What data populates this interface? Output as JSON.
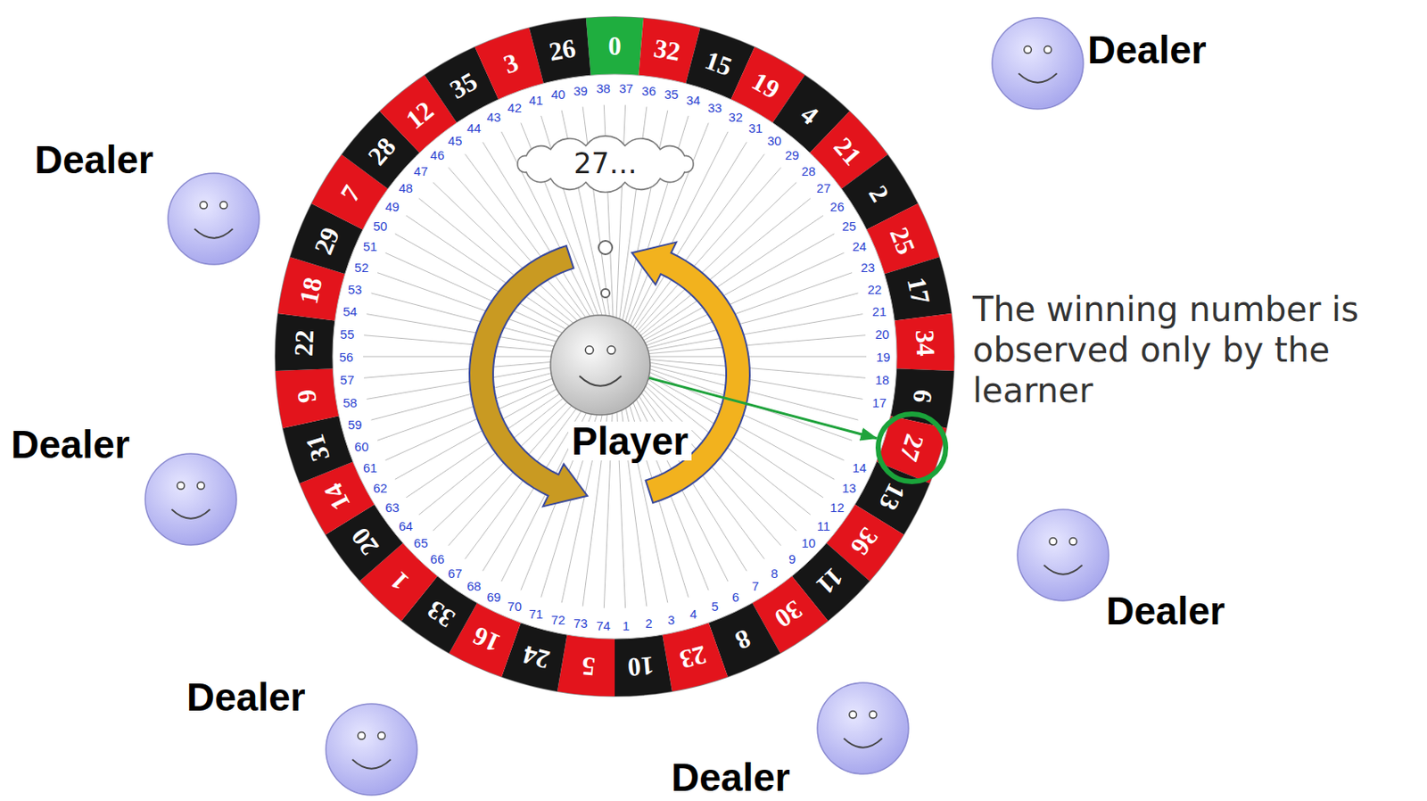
{
  "diagram": {
    "nodes": [
      {
        "text": [
          "Dealer"
        ]
      },
      {
        "text": [
          "Dealer"
        ]
      },
      {
        "text": [
          "27…"
        ]
      },
      {
        "text": [
          "Player"
        ]
      },
      {
        "text": [
          "Dealer"
        ]
      },
      {
        "text": [
          "27"
        ]
      },
      {
        "text": [
          "Dealer"
        ]
      },
      {
        "text": [
          "Dealer"
        ]
      },
      {
        "text": [
          "Dealer"
        ]
      }
    ],
    "edges": [
      {
        "from": 3,
        "to": 5,
        "arrow": "to"
      }
    ],
    "labels": [
      "The winning number is observed only by the learner",
      "0",
      "32",
      "15",
      "19",
      "4",
      "21",
      "2",
      "25",
      "17",
      "34",
      "6",
      "13",
      "36",
      "11",
      "30",
      "8",
      "23",
      "10",
      "5",
      "24",
      "16",
      "33",
      "1",
      "20",
      "14",
      "31",
      "9",
      "22",
      "18",
      "29",
      "7",
      "28",
      "12",
      "35",
      "3",
      "26",
      "1",
      "2",
      "3",
      "4",
      "5",
      "6",
      "7",
      "8",
      "9",
      "10",
      "11",
      "12",
      "13",
      "14",
      "17",
      "18",
      "19",
      "20",
      "21",
      "22",
      "23",
      "24",
      "25",
      "26",
      "27",
      "28",
      "29",
      "30",
      "31",
      "32",
      "33",
      "34",
      "35",
      "36",
      "37",
      "38",
      "39",
      "40",
      "41",
      "42",
      "43",
      "44",
      "45",
      "46",
      "47",
      "48",
      "49",
      "50",
      "51",
      "52",
      "53",
      "54",
      "55",
      "56",
      "57",
      "58",
      "59",
      "60",
      "61",
      "62",
      "63",
      "64",
      "65",
      "66",
      "67",
      "68",
      "69",
      "70",
      "71",
      "72",
      "73",
      "74"
    ]
  }
}
